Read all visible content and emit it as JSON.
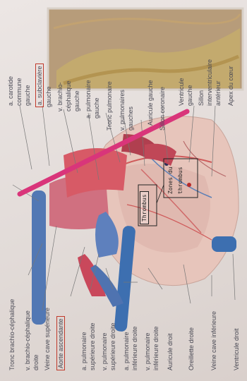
{
  "labels": {
    "tronc_brachio": "Tronc brachio-céphalique",
    "v_brachio_line1": "v. brachio-céphalique",
    "v_brachio_line2": "droite",
    "veine_cave_sup": "Veine cave supérieure",
    "aorte_ascendante": "Aorte ascendante",
    "a_pulm_sup_line1": "a. pulmonaire",
    "a_pulm_sup_line2": "supérieure droite",
    "v_pulm_sup_line1": "v. pulmonaire",
    "v_pulm_sup_line2": "supérieure droite",
    "a_pulm_inf_line1": "a. pulmonaire",
    "a_pulm_inf_line2": "inférieure droite",
    "v_pulm_inf_line1": "v. pulmonaire",
    "v_pulm_inf_line2": "inférieure droite",
    "auricule_droit": "Auricule droit",
    "oreillette_droite": "Oreillette droite",
    "veine_cave_inf": "Veine cave inférieure",
    "ventricule_droit": "Ventricule droit",
    "carotide_line1": "a. carotide",
    "carotide_line2": "commune",
    "carotide_line3": "gauche",
    "subclaviere_line1": "a. subclavière",
    "subclaviere_line2": "gauche",
    "v_brachio_g_line1": "v. brachio-",
    "v_brachio_g_line2": "céphalique",
    "v_brachio_g_line3": "gauche",
    "a_pulm_g_line1": "a. pulmonaire",
    "a_pulm_g_line2": "gauche",
    "tronc_pulm": "Tronc pulmonaire",
    "v_pulm_g_line1": "v. pulmonaires",
    "v_pulm_g_line2": "gauches",
    "auricule_gauche": "Auricule gauche",
    "sillon_coronaire": "Sillon coronaire",
    "ventricule_gauche_line1": "Ventricule",
    "ventricule_gauche_line2": "gauche",
    "sillon_interv_line1": "Sillon",
    "sillon_interv_line2": "interventriculaire",
    "sillon_interv_line3": "antérieur",
    "apex": "Apex du cœur"
  },
  "handwriting": {
    "thrombus": "Thrombus",
    "zone_line1": "Zones du",
    "zone_line2": "thrombus"
  },
  "colors": {
    "marker": "#d9357a",
    "box_accent": "#c0392b",
    "artery": "#c9485b",
    "vein": "#3d6fb0"
  }
}
